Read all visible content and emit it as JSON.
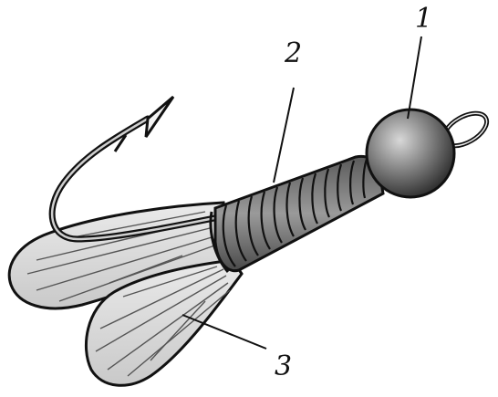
{
  "labels": {
    "l1": "1",
    "l2": "2",
    "l3": "3"
  },
  "parts": [
    "ball-head",
    "thread-wrapping",
    "feather-tail"
  ],
  "colors": {
    "ink": "#111111",
    "wing_fill": "#dcdcdc",
    "ball_fill": "#7a7a7a",
    "background": "#ffffff"
  }
}
